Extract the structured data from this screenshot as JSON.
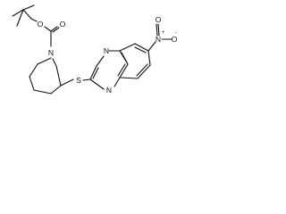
{
  "structure": {
    "atom_labels": {
      "o_carbonyl": "O",
      "o_ester": "O",
      "n_piperidine": "N",
      "s_thioether": "S",
      "n_quinoxaline_top": "N",
      "n_quinoxaline_bottom": "N",
      "n_nitro": "N",
      "o_nitro_top": "O",
      "o_nitro_right": "O"
    },
    "charges": {
      "n_nitro": "+",
      "o_nitro_right": "-"
    }
  }
}
